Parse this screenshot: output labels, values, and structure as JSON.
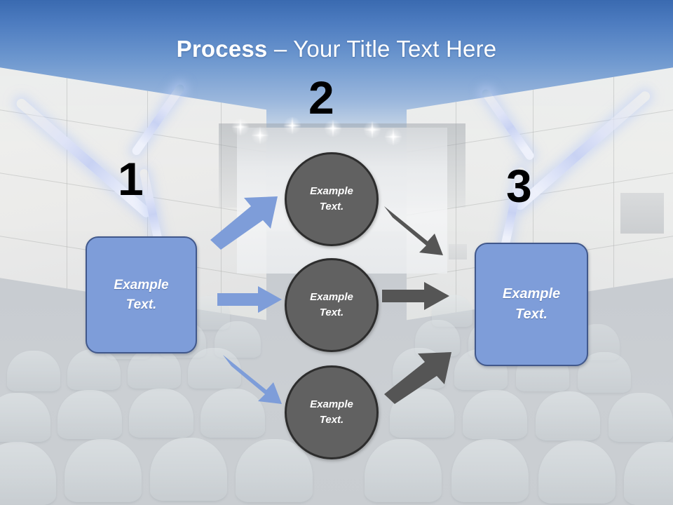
{
  "slide": {
    "title_bold": "Process",
    "title_rest": " – Your Title Text Here",
    "background_description": "auditorium-photo"
  },
  "colors": {
    "accent_blue": "#7E9DD9",
    "blue_border": "#41588B",
    "circle_gray": "#616161",
    "circle_border": "#2D2D2D",
    "arrow_blue": "#7E9DD9",
    "arrow_gray": "#555555",
    "title_text": "#FFFFFF",
    "number_text": "#000000",
    "header_gradient_top": "#3A6AB0",
    "header_gradient_bottom": "#D2D6DA"
  },
  "steps": [
    {
      "number": "1",
      "label": "Example\nText."
    },
    {
      "number": "2",
      "label": "Example\nText."
    },
    {
      "number": "3",
      "label": "Example\nText."
    }
  ],
  "numbers": {
    "one": "1",
    "two": "2",
    "three": "3"
  },
  "boxes": {
    "left": {
      "line1": "Example",
      "line2": "Text."
    },
    "right": {
      "line1": "Example",
      "line2": "Text."
    }
  },
  "circles": [
    {
      "line1": "Example",
      "line2": "Text."
    },
    {
      "line1": "Example",
      "line2": "Text."
    },
    {
      "line1": "Example",
      "line2": "Text."
    }
  ],
  "arrows": [
    {
      "name": "arrow-left-to-top-circle",
      "color": "#7E9DD9",
      "direction": "up-right"
    },
    {
      "name": "arrow-left-to-mid-circle",
      "color": "#7E9DD9",
      "direction": "right"
    },
    {
      "name": "arrow-left-to-bottom-circle",
      "color": "#7E9DD9",
      "direction": "down-right"
    },
    {
      "name": "arrow-top-circle-to-right",
      "color": "#555555",
      "direction": "down-right"
    },
    {
      "name": "arrow-mid-circle-to-right",
      "color": "#555555",
      "direction": "right"
    },
    {
      "name": "arrow-bottom-circle-to-right",
      "color": "#555555",
      "direction": "up-right"
    }
  ]
}
